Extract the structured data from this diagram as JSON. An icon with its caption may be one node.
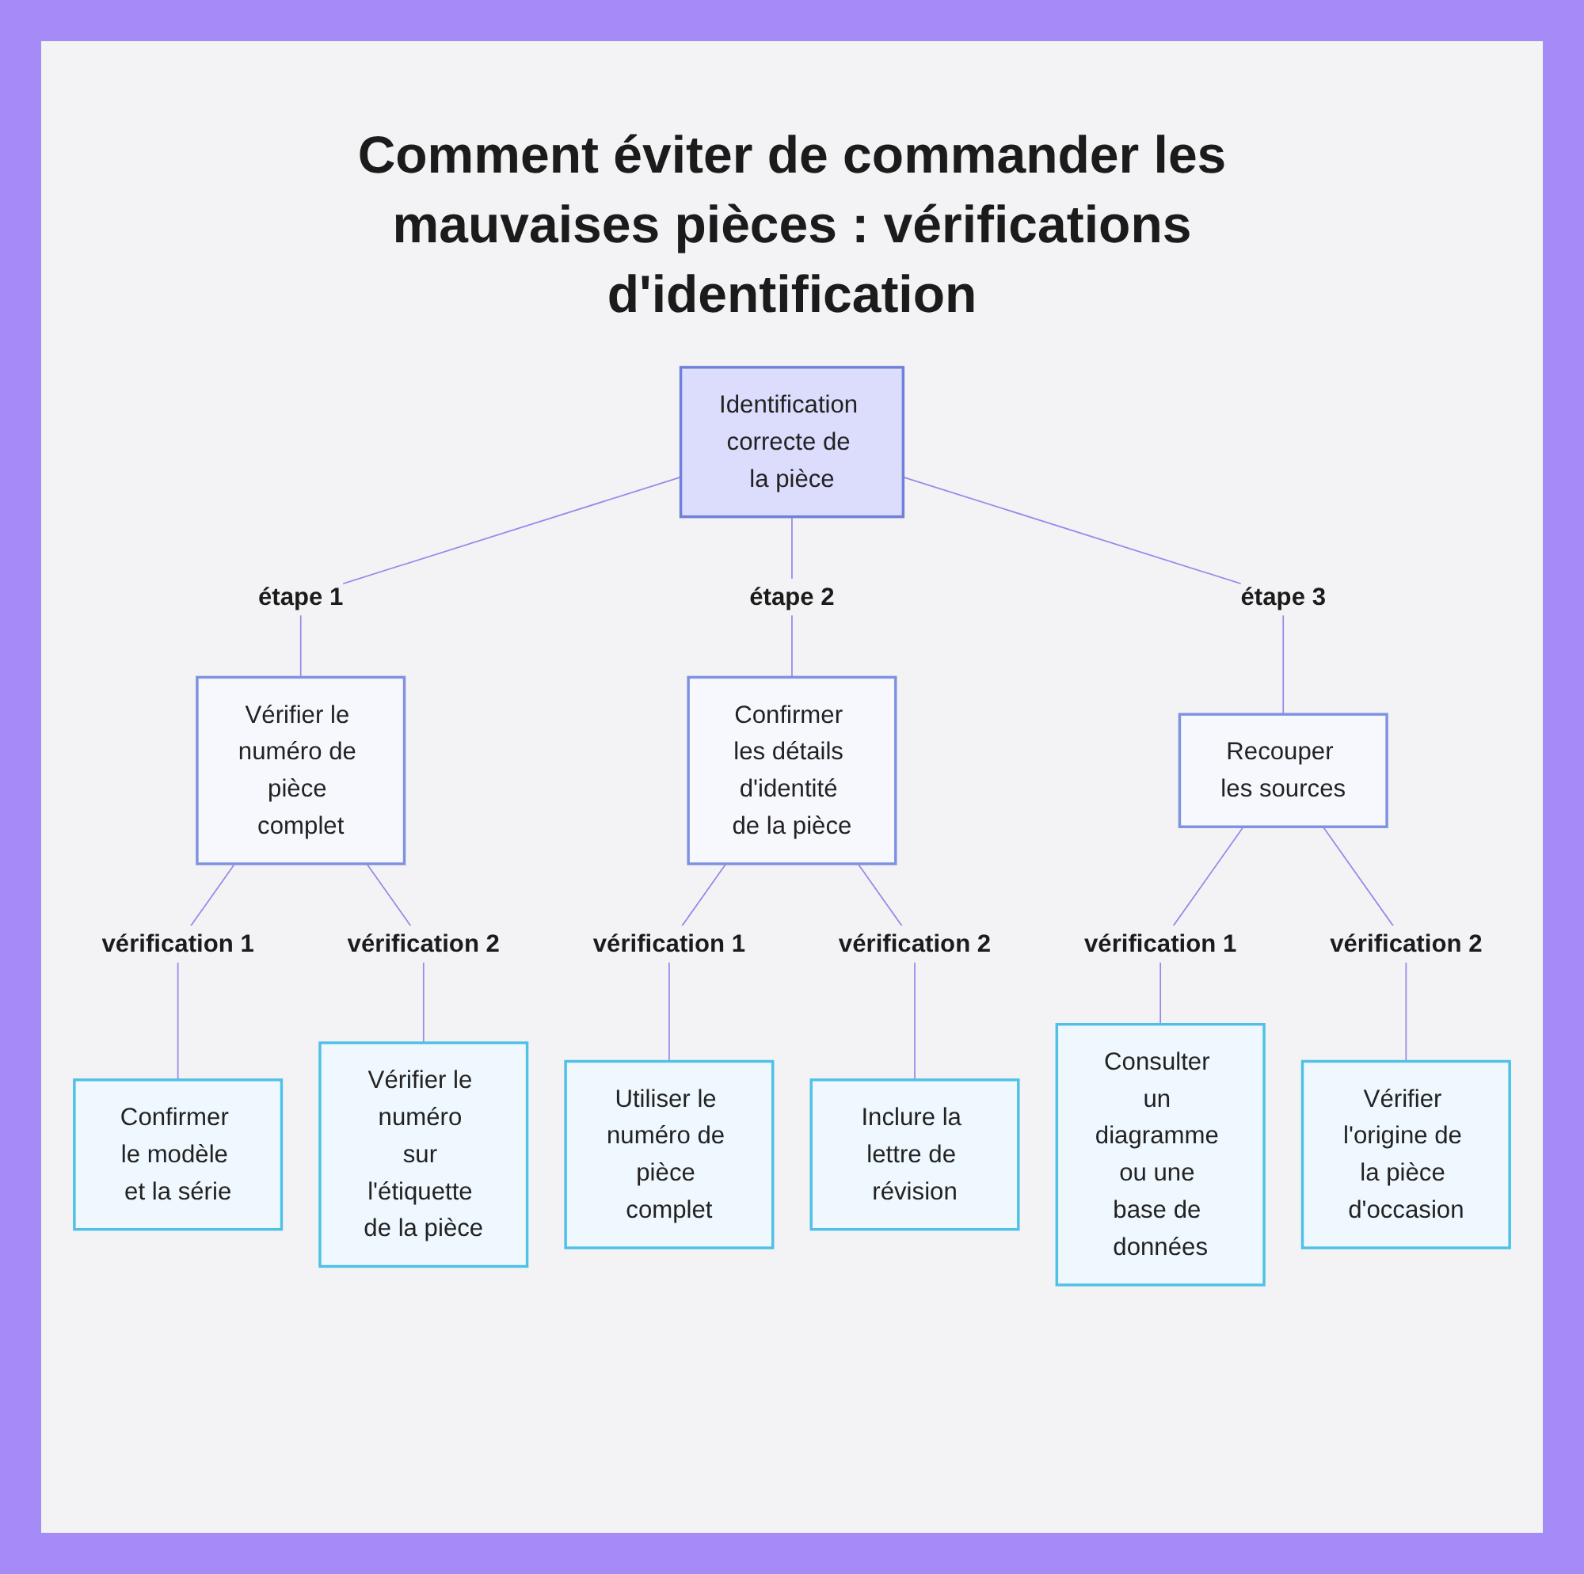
{
  "diagram": {
    "title": "Comment éviter de commander les mauvaises pièces : vérifications d'identification",
    "nodes": [
      {
        "text": [
          "Identification correcte de la pièce"
        ]
      },
      {
        "text": [
          "Vérifier le numéro de pièce complet"
        ]
      },
      {
        "text": [
          "Confirmer les détails d'identité de la pièce"
        ]
      },
      {
        "text": [
          "Recouper les sources"
        ]
      },
      {
        "text": [
          "Confirmer le modèle et la série"
        ]
      },
      {
        "text": [
          "Vérifier le numéro sur l'étiquette de la pièce"
        ]
      },
      {
        "text": [
          "Utiliser le numéro de pièce complet"
        ]
      },
      {
        "text": [
          "Inclure la lettre de révision"
        ]
      },
      {
        "text": [
          "Consulter un diagramme ou une base de données"
        ]
      },
      {
        "text": [
          "Vérifier l'origine de la pièce d'occasion"
        ]
      }
    ],
    "edges": [
      {
        "from": 0,
        "to": 1,
        "arrow": "none",
        "label": "étape 1"
      },
      {
        "from": 0,
        "to": 2,
        "arrow": "none",
        "label": "étape 2"
      },
      {
        "from": 0,
        "to": 3,
        "arrow": "none",
        "label": "étape 3"
      },
      {
        "from": 1,
        "to": 4,
        "arrow": "none",
        "label": "vérification 1"
      },
      {
        "from": 1,
        "to": 5,
        "arrow": "none",
        "label": "vérification 2"
      },
      {
        "from": 2,
        "to": 6,
        "arrow": "none",
        "label": "vérification 1"
      },
      {
        "from": 2,
        "to": 7,
        "arrow": "none",
        "label": "vérification 2"
      },
      {
        "from": 3,
        "to": 8,
        "arrow": "none",
        "label": "vérification 1"
      },
      {
        "from": 3,
        "to": 9,
        "arrow": "none",
        "label": "vérification 2"
      }
    ]
  }
}
